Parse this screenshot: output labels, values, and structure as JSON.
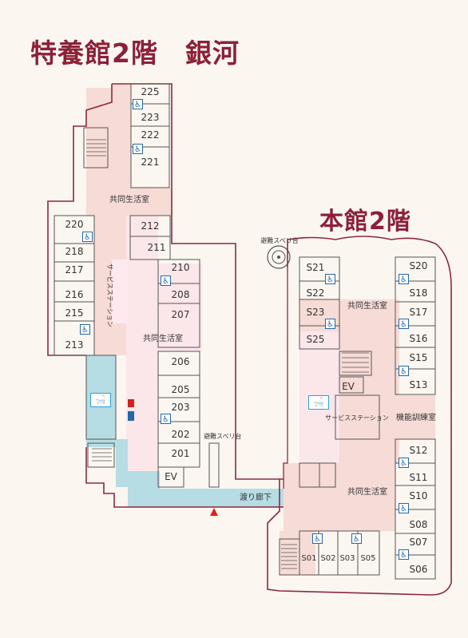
{
  "titles": {
    "annex": "特養館2階　銀河",
    "main": "本館2階"
  },
  "annex_rooms": [
    "225",
    "223",
    "222",
    "221",
    "220",
    "218",
    "217",
    "216",
    "215",
    "213",
    "212",
    "211",
    "210",
    "208",
    "207",
    "206",
    "205",
    "203",
    "202",
    "201"
  ],
  "main_rooms": [
    "S21",
    "S22",
    "S23",
    "S25",
    "S20",
    "S18",
    "S17",
    "S16",
    "S15",
    "S13",
    "S12",
    "S11",
    "S10",
    "S08",
    "S07",
    "S06",
    "S01",
    "S02",
    "S03",
    "S05"
  ],
  "labels": {
    "common_room": "共同生活室",
    "service_station": "サービスステーション",
    "elevator": "EV",
    "corridor": "渡り廊下",
    "escape_slide": "避難スベリ台",
    "rehab_room": "機能訓練室"
  },
  "icons": [
    "wheelchair-accessible-icon",
    "toilet-icon",
    "bath-icon",
    "stairs-icon",
    "entrance-marker-icon"
  ],
  "colors": {
    "title": "#8b2138",
    "wall": "#8b2a3f",
    "common_room": "#f6dbd6",
    "service_station": "#fbe6ea",
    "corridor": "#b6dce4",
    "accessible": "#2468a8"
  }
}
